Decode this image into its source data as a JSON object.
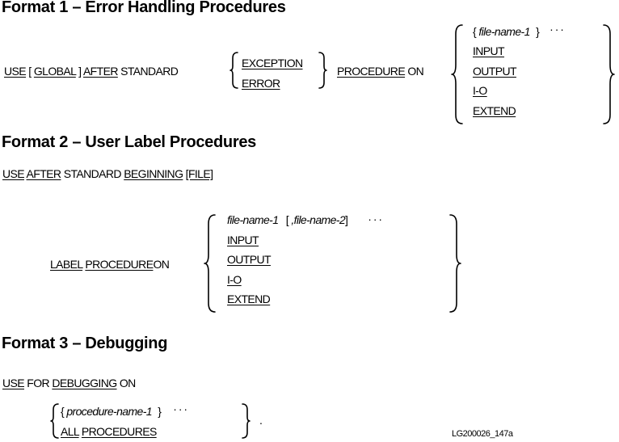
{
  "format1": {
    "heading": "Format 1 – Error Handling Procedures",
    "use": "USE",
    "open_bracket": "[",
    "global": "GLOBAL",
    "close_bracket": "]",
    "after": "AFTER",
    "standard": "STANDARD",
    "options_a": [
      "EXCEPTION",
      "ERROR"
    ],
    "procedure": "PROCEDURE",
    "on": "ON",
    "file_item": {
      "open": "{",
      "name": "file-name-1",
      "close": "}",
      "ellipsis": ". . ."
    },
    "options_b": [
      "INPUT",
      "OUTPUT",
      "I-O",
      "EXTEND"
    ]
  },
  "format2": {
    "heading": "Format 2 – User Label Procedures",
    "use": "USE",
    "after": "AFTER",
    "standard": "STANDARD",
    "beginning": "BEGINNING",
    "file": "[FILE]",
    "label": "LABEL",
    "procedure": "PROCEDURE",
    "on": "ON",
    "file_item": {
      "name1": "file-name-1",
      "open": "[",
      "name2": ",file-name-2",
      "close": "]",
      "ellipsis": ". . ."
    },
    "options": [
      "INPUT",
      "OUTPUT",
      "I-O",
      "EXTEND"
    ]
  },
  "format3": {
    "heading": "Format 3 – Debugging",
    "use": "USE",
    "for": "FOR",
    "debugging": "DEBUGGING",
    "on": "ON",
    "proc_item": {
      "open": "{",
      "name": "procedure-name-1",
      "close": "}",
      "ellipsis": ". . ."
    },
    "all": "ALL",
    "procedures": "PROCEDURES",
    "period": "."
  },
  "figure_id": "LG200026_147a"
}
